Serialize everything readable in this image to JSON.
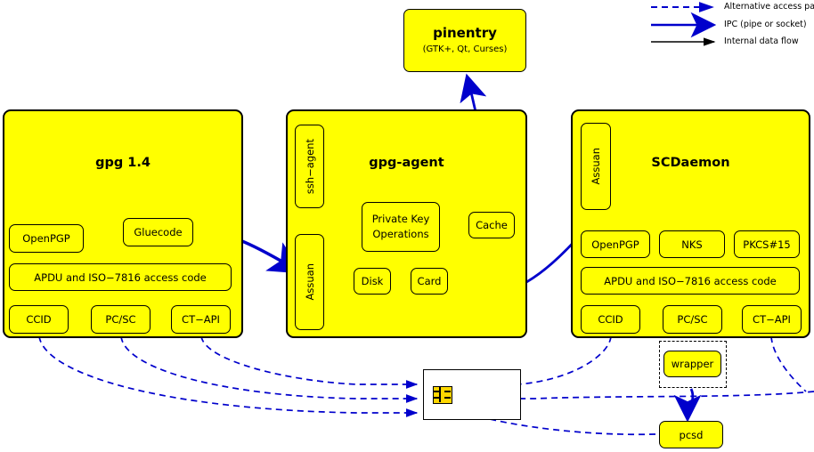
{
  "legend": {
    "items": [
      {
        "id": "alt-access",
        "label": "Alternative access paths",
        "style": "dashed",
        "color": "#0000cc"
      },
      {
        "id": "ipc",
        "label": "IPC (pipe or socket)",
        "style": "thick-solid",
        "color": "#0000cc"
      },
      {
        "id": "internal",
        "label": "Internal data flow",
        "style": "solid",
        "color": "#000000"
      }
    ]
  },
  "colors": {
    "node_fill": "#ffff00",
    "node_stroke": "#000000",
    "ipc_blue": "#0000cc",
    "card_fill": "#ffffff",
    "chip_gold": "#ffd700"
  },
  "pinentry": {
    "title": "pinentry",
    "subtitle": "(GTK+, Qt, Curses)"
  },
  "gpg": {
    "title": "gpg 1.4",
    "nodes": {
      "openpgp": "OpenPGP",
      "gluecode": "Gluecode",
      "apdu": "APDU and ISO−7816 access code",
      "ccid": "CCID",
      "pcsc": "PC/SC",
      "ctapi": "CT−API"
    }
  },
  "gpgagent": {
    "title": "gpg-agent",
    "nodes": {
      "ssh_agent": "ssh−agent",
      "assuan": "Assuan",
      "private_key_ops_line1": "Private Key",
      "private_key_ops_line2": "Operations",
      "cache": "Cache",
      "disk": "Disk",
      "card": "Card"
    }
  },
  "scdaemon": {
    "title": "SCDaemon",
    "nodes": {
      "assuan": "Assuan",
      "openpgp": "OpenPGP",
      "nks": "NKS",
      "pkcs15": "PKCS#15",
      "apdu": "APDU and ISO−7816 access code",
      "ccid": "CCID",
      "pcsc": "PC/SC",
      "ctapi": "CT−API"
    }
  },
  "bottom": {
    "wrapper": "wrapper",
    "pcsd": "pcsd",
    "smartcard": "smartcard"
  }
}
